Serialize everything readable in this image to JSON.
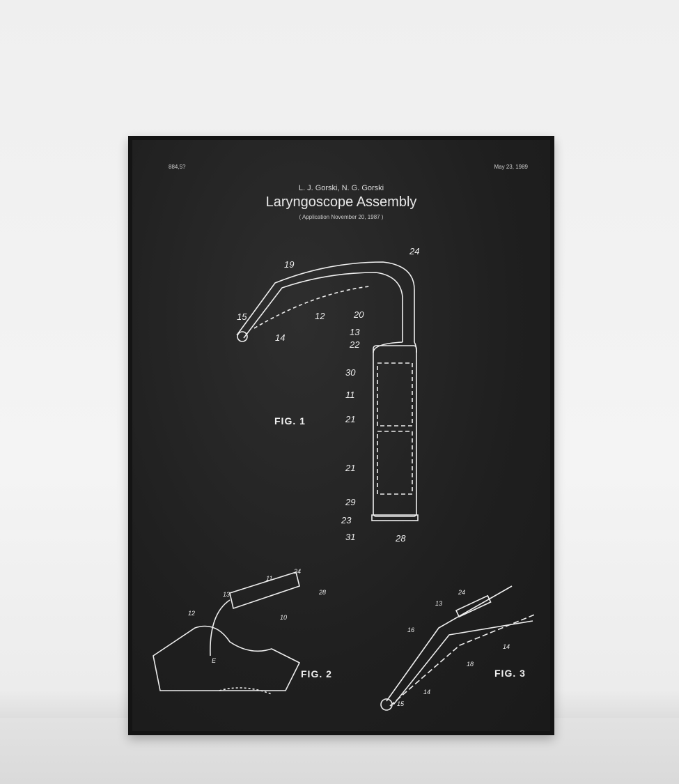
{
  "poster": {
    "patent_number": "884,5?",
    "date": "May 23, 1989",
    "inventors": "L. J. Gorski, N. G. Gorski",
    "title": "Laryngoscope Assembly",
    "application": "( Application November 20, 1987 )",
    "figures": [
      "FIG. 1",
      "FIG. 2",
      "FIG. 3"
    ],
    "fig1_labels": [
      "24",
      "19",
      "20",
      "13",
      "22",
      "15",
      "12",
      "14",
      "30",
      "11",
      "21",
      "21",
      "29",
      "23",
      "31",
      "28"
    ],
    "fig2_labels": [
      "24",
      "11",
      "28",
      "13",
      "12",
      "10",
      "E"
    ],
    "fig3_labels": [
      "24",
      "13",
      "16",
      "14",
      "18",
      "14",
      "15"
    ]
  }
}
